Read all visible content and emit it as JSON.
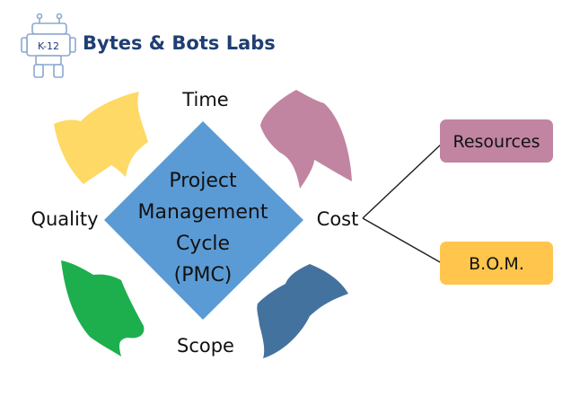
{
  "brand": {
    "logo_badge": "K-12",
    "name": "Bytes & Bots Labs"
  },
  "diagram": {
    "center_lines": [
      "Project",
      "Management",
      "Cycle",
      "(PMC)"
    ],
    "labels": {
      "time": "Time",
      "cost": "Cost",
      "scope": "Scope",
      "quality": "Quality"
    },
    "branches": {
      "resources": "Resources",
      "bom": "B.O.M."
    }
  },
  "colors": {
    "brand_text": "#1f3e73",
    "logo_outline": "#8aa8d0",
    "diamond": "#5b9bd5",
    "arrow_time": "#ffd966",
    "arrow_cost": "#c185a2",
    "arrow_scope": "#44729e",
    "arrow_quality": "#1daf4e",
    "box_resources": "#c185a2",
    "box_bom": "#ffc54d",
    "connector": "#222222"
  }
}
